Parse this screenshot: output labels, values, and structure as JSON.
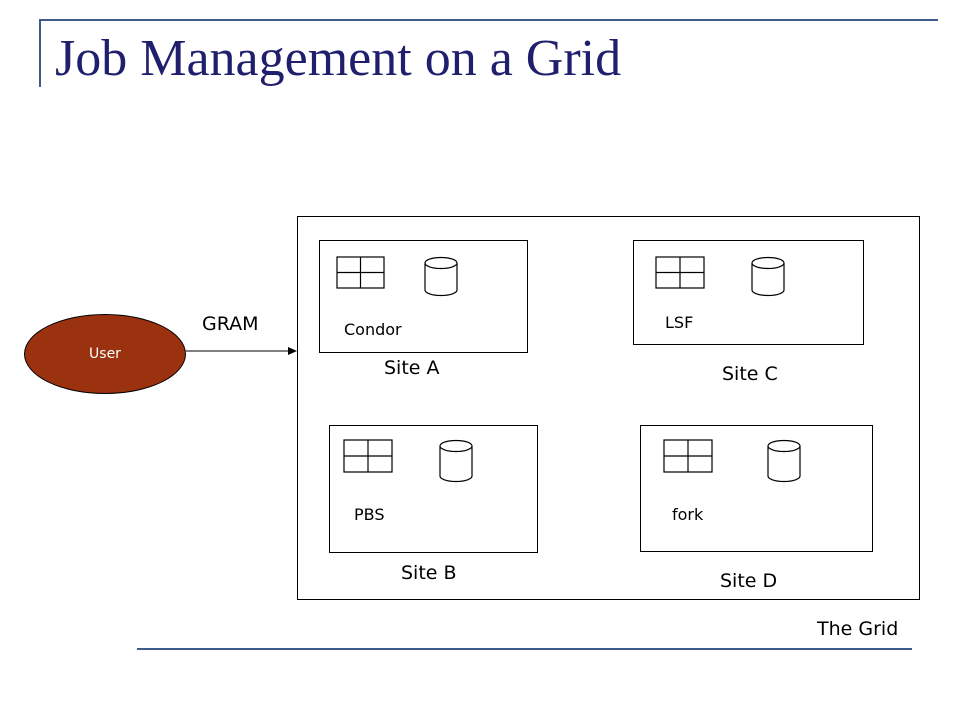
{
  "slide": {
    "title": "Job Management on a Grid"
  },
  "user": {
    "label": "User"
  },
  "protocol": {
    "label": "GRAM"
  },
  "grid": {
    "label": "The Grid"
  },
  "sites": [
    {
      "name": "Site A",
      "scheduler": "Condor"
    },
    {
      "name": "Site B",
      "scheduler": "PBS"
    },
    {
      "name": "Site C",
      "scheduler": "LSF"
    },
    {
      "name": "Site D",
      "scheduler": "fork"
    }
  ],
  "colors": {
    "title": "#1F1F6E",
    "rule": "#3E5C8A",
    "user_fill": "#9A3210"
  },
  "icons": [
    "compute-table-icon",
    "database-icon"
  ]
}
